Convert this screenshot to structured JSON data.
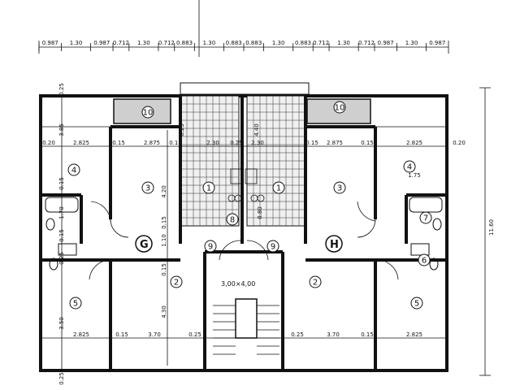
{
  "top_dimensions": [
    "0.987",
    "1.30",
    "0.987",
    "0.712",
    "1.30",
    "0.712",
    "0.883",
    "1.30",
    "0.883",
    "0.883",
    "1.30",
    "0.883",
    "0.712",
    "1.30",
    "0.712",
    "0.987",
    "1.30",
    "0.987"
  ],
  "right_dimension": "11.60",
  "left_dimensions": [
    "0.25",
    "3.85",
    "0.15",
    "1.70",
    "0.15",
    "0.25",
    "3.50",
    "0.25"
  ],
  "row_dimensions_upper": [
    "0.20",
    "2.825",
    "0.15",
    "2.875",
    "0.15",
    "2.30",
    "0.25",
    "2.30",
    "0.15",
    "2.875",
    "0.15",
    "2.825",
    "0.20"
  ],
  "row_dimensions_lower": [
    "2.825",
    "0.15",
    "3.70",
    "0.25",
    "0.25",
    "3.70",
    "0.15",
    "2.825"
  ],
  "central_dimensions": [
    "4.20",
    "0.15",
    "1.10",
    "0.15",
    "4.30",
    "0.25",
    "4.40",
    "0.80",
    "1.75"
  ],
  "room_numbers": [
    "1",
    "1",
    "2",
    "2",
    "3",
    "3",
    "4",
    "4",
    "5",
    "5",
    "6",
    "7",
    "8",
    "9",
    "9",
    "10",
    "10"
  ],
  "apartment_labels": [
    "G",
    "H"
  ],
  "stair_caption": "3,00×4,00"
}
